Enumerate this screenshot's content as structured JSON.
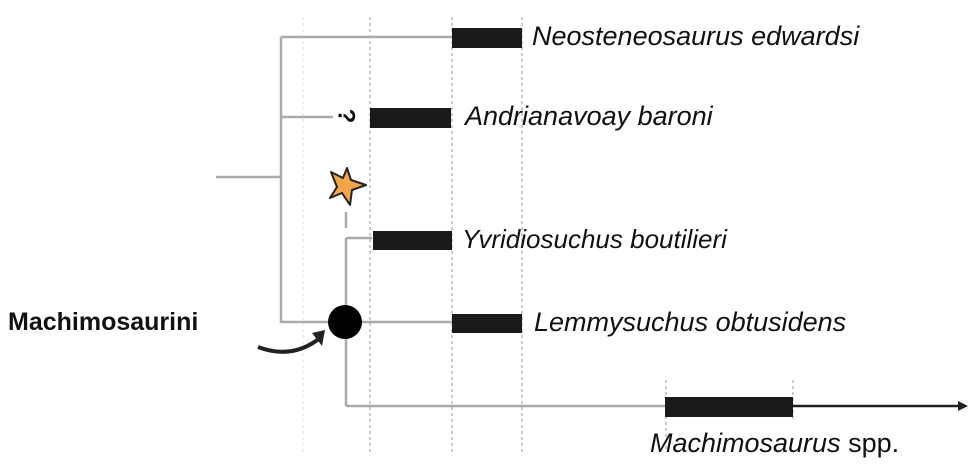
{
  "title_clade": "Machimosaurini",
  "taxa": [
    {
      "name": "Neosteneosaurus edwardsi"
    },
    {
      "name": "Andrianavoay baroni",
      "uncertain_mark": "?"
    },
    {
      "name": "Yvridiosuchus boutilieri"
    },
    {
      "name": "Lemmysuchus obtusidens"
    },
    {
      "name": "Machimosaurus",
      "suffix": " spp."
    }
  ],
  "colors": {
    "branch": "#aaaaaa",
    "bar": "#1a1a1a",
    "star": "#f4a54a"
  }
}
